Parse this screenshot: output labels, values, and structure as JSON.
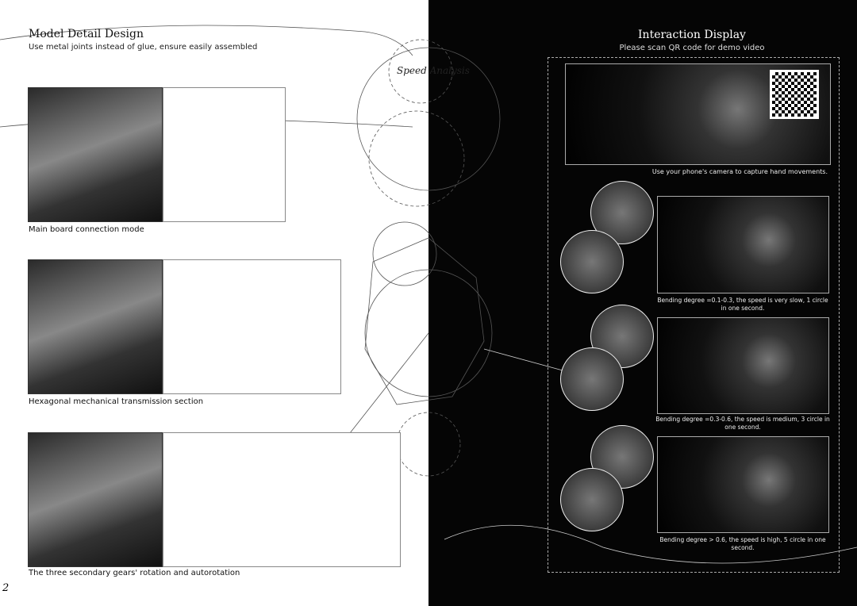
{
  "left": {
    "title": "Model Detail Design",
    "subtitle": "Use metal joints instead of glue, ensure easily assembled",
    "speed_label": "Speed Analysis",
    "sections": [
      {
        "caption": "Main board connection mode"
      },
      {
        "caption": "Hexagonal mechanical transmission section"
      },
      {
        "caption": "The three secondary gears' rotation and autorotation"
      }
    ],
    "page_number": "2"
  },
  "right": {
    "title": "Interaction Display",
    "subtitle": "Please scan QR code for demo video",
    "intro_caption": "Use your phone's camera to capture hand movements.",
    "states": [
      {
        "caption": "Bending degree =0.1-0.3, the speed is very slow, 1 circle in one second."
      },
      {
        "caption": "Bending degree =0.3-0.6, the speed is medium, 3 circle in one second."
      },
      {
        "caption": "Bending degree > 0.6, the speed is high, 5 circle in one second."
      }
    ]
  }
}
